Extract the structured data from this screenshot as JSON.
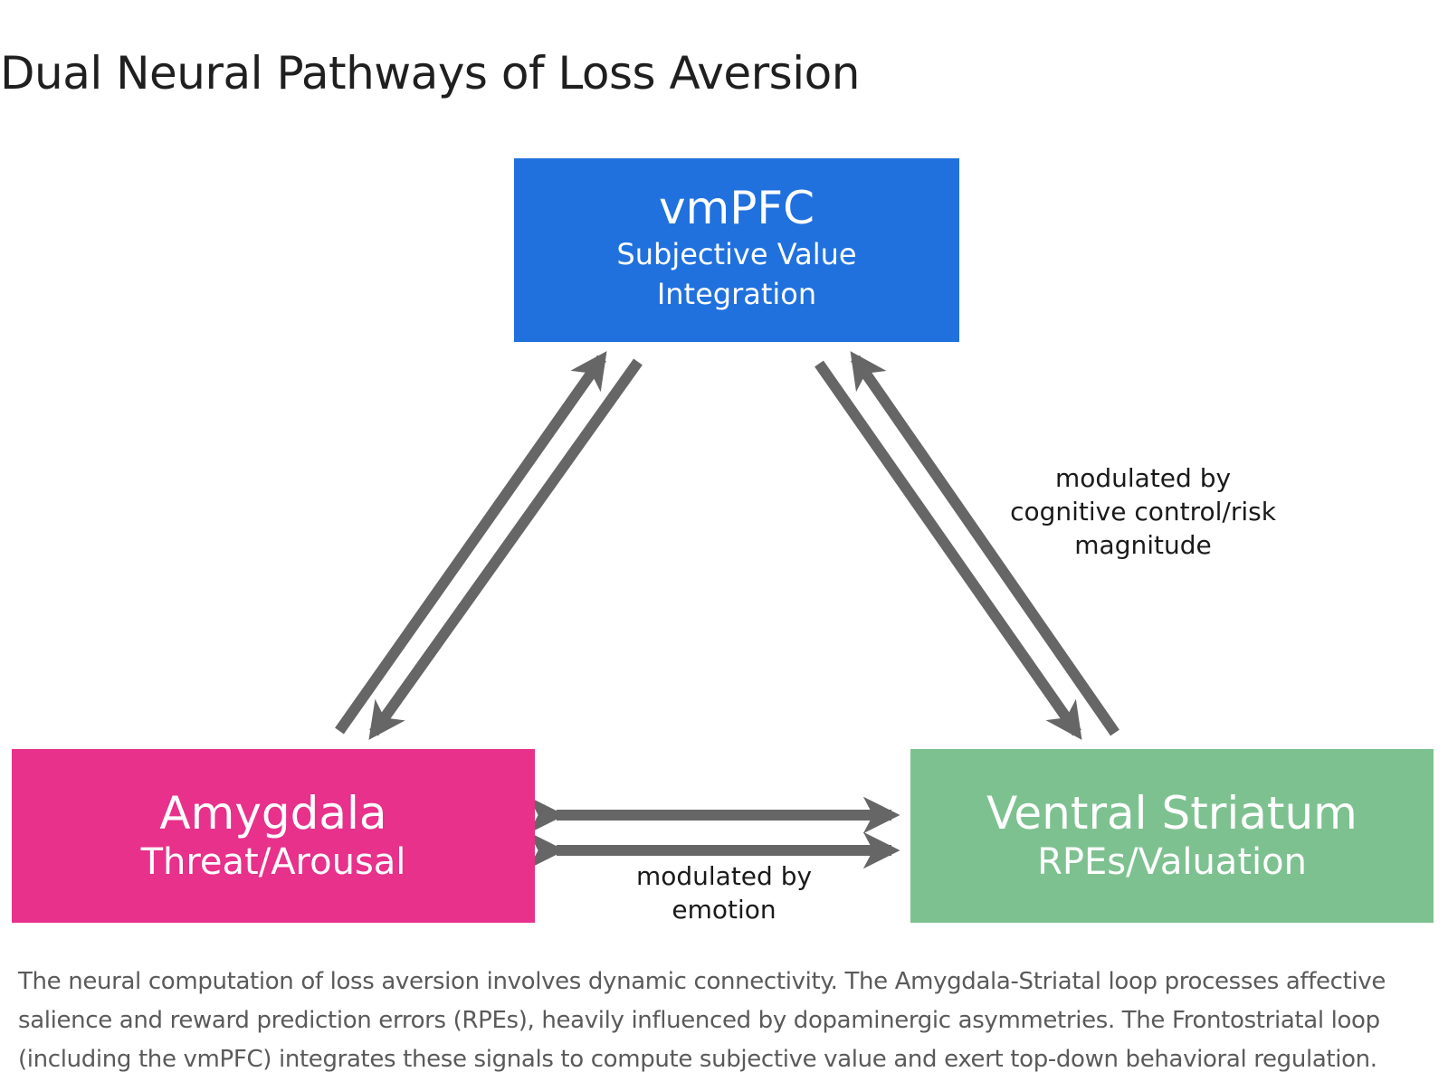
{
  "title": "Dual Neural Pathways of Loss Aversion",
  "nodes": {
    "vmpfc": {
      "title": "vmPFC",
      "subtitle_line1": "Subjective Value",
      "subtitle_line2": "Integration",
      "color": "#2071de"
    },
    "amygdala": {
      "title": "Amygdala",
      "subtitle": "Threat/Arousal",
      "color": "#e8318b"
    },
    "ventral_striatum": {
      "title": "Ventral Striatum",
      "subtitle": "RPEs/Valuation",
      "color": "#7ec190"
    }
  },
  "edges": {
    "vmpfc_amygdala": {
      "direction": "bidirectional"
    },
    "vmpfc_striatum": {
      "direction": "bidirectional",
      "label_line1": "modulated by",
      "label_line2": "cognitive control/risk",
      "label_line3": "magnitude"
    },
    "amygdala_striatum": {
      "direction": "bidirectional",
      "label_line1": "modulated by",
      "label_line2": "emotion"
    }
  },
  "arrow_color": "#666666",
  "caption": "The neural computation of loss aversion involves dynamic connectivity. The Amygdala-Striatal loop processes affective salience and reward prediction errors (RPEs), heavily influenced by dopaminergic asymmetries. The Frontostriatal loop (including the vmPFC) integrates these signals to compute subjective value and exert top-down behavioral regulation."
}
